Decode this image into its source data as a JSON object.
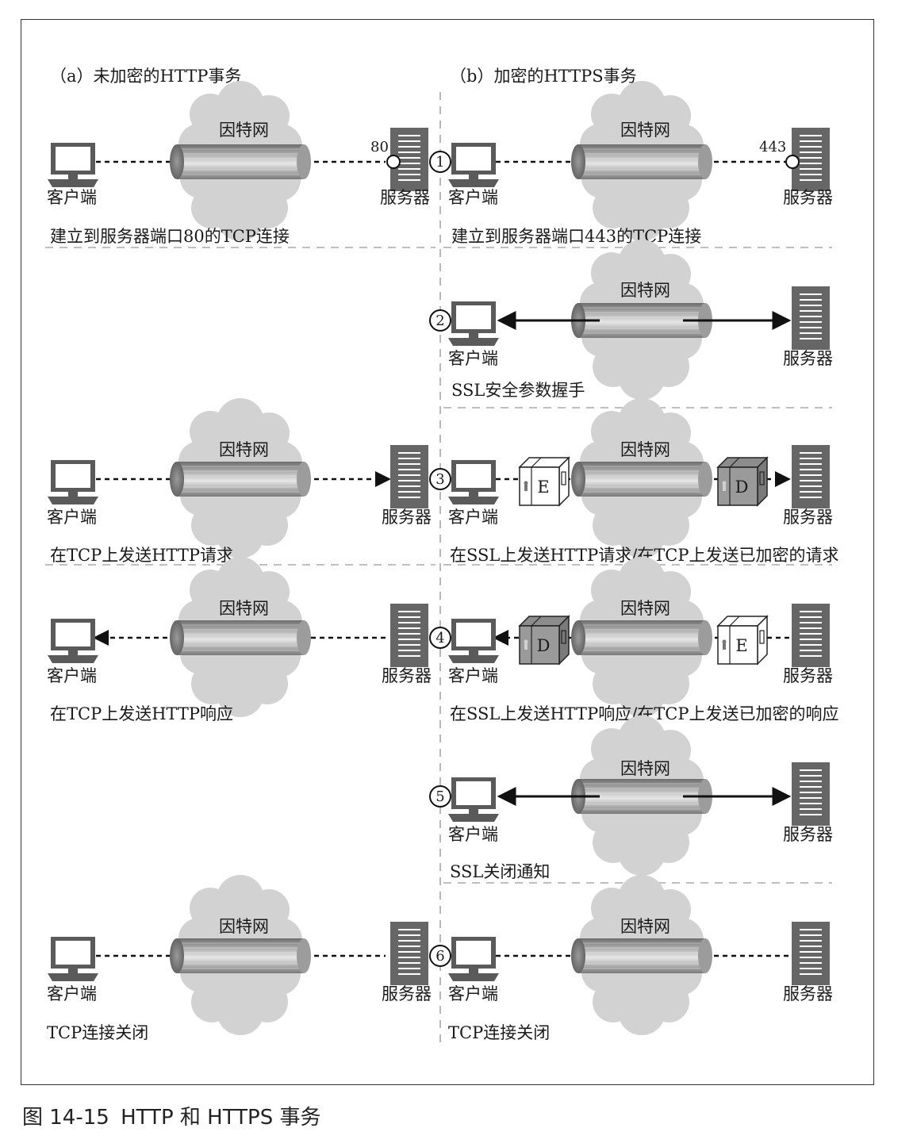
{
  "headers": {
    "left": "（a）未加密的HTTP事务",
    "right": "（b）加密的HTTPS事务"
  },
  "labels": {
    "client": "客户端",
    "server": "服务器",
    "internet": "因特网",
    "port_http": "80",
    "port_https": "443",
    "box_encrypt": "E",
    "box_decrypt": "D"
  },
  "steps": [
    {
      "num": "1",
      "left_caption": "建立到服务器端口80的TCP连接",
      "right_caption": "建立到服务器端口443的TCP连接"
    },
    {
      "num": "2",
      "left_caption": "",
      "right_caption": "SSL安全参数握手"
    },
    {
      "num": "3",
      "left_caption": "在TCP上发送HTTP请求",
      "right_caption": "在SSL上发送HTTP请求/在TCP上发送已加密的请求"
    },
    {
      "num": "4",
      "left_caption": "在TCP上发送HTTP响应",
      "right_caption": "在SSL上发送HTTP响应/在TCP上发送已加密的响应"
    },
    {
      "num": "5",
      "left_caption": "",
      "right_caption": "SSL关闭通知"
    },
    {
      "num": "6",
      "left_caption": "TCP连接关闭",
      "right_caption": "TCP连接关闭"
    }
  ],
  "figure_caption": {
    "number": "图 14-15",
    "title": "HTTP 和 HTTPS 事务"
  }
}
